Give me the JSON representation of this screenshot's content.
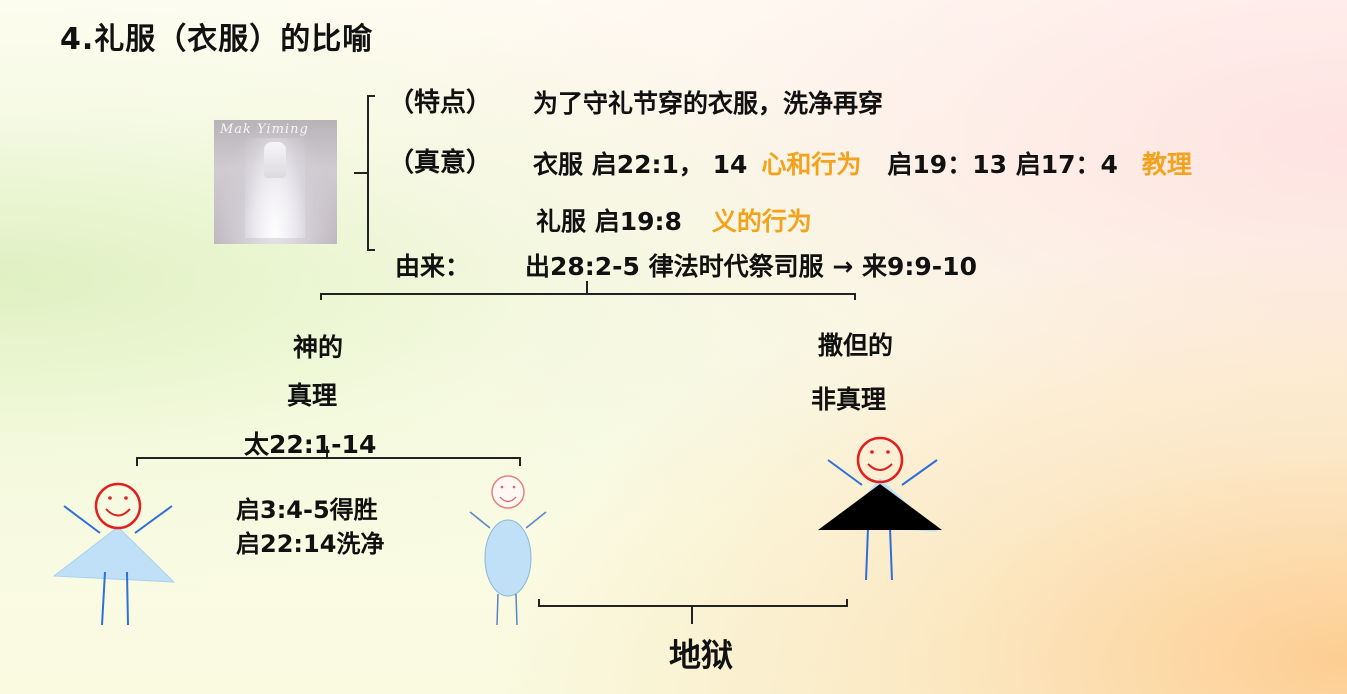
{
  "title": "4.礼服（衣服）的比喻",
  "photo": {
    "caption": "Mak Yiming"
  },
  "rows": {
    "feature_label": "（特点）",
    "feature_text": "为了守礼节穿的衣服，洗净再穿",
    "meaning_label": "（真意）",
    "meaning_part1": "衣服 启22:1， 14",
    "meaning_acc1": "心和行为",
    "meaning_part2": "启19：13 启17：4",
    "meaning_acc2": "教理",
    "robe_part": "礼服 启19:8",
    "robe_acc": "义的行为",
    "origin_label": "由来：",
    "origin_text": "出28:2-5  律法时代祭司服 → 来9:9-10"
  },
  "left_branch": {
    "line1": "神的",
    "line2": "真理",
    "ref": "太22:1-14",
    "note1": "启3:4-5得胜",
    "note2": "启22:14洗净"
  },
  "right_branch": {
    "line1": "撒但的",
    "line2": "非真理"
  },
  "hell": "地狱",
  "colors": {
    "accent": "#f3a21c",
    "face": "#e02020",
    "limb": "#2f6fd8",
    "dress": "#bfe0f6",
    "dark": "#000000"
  }
}
